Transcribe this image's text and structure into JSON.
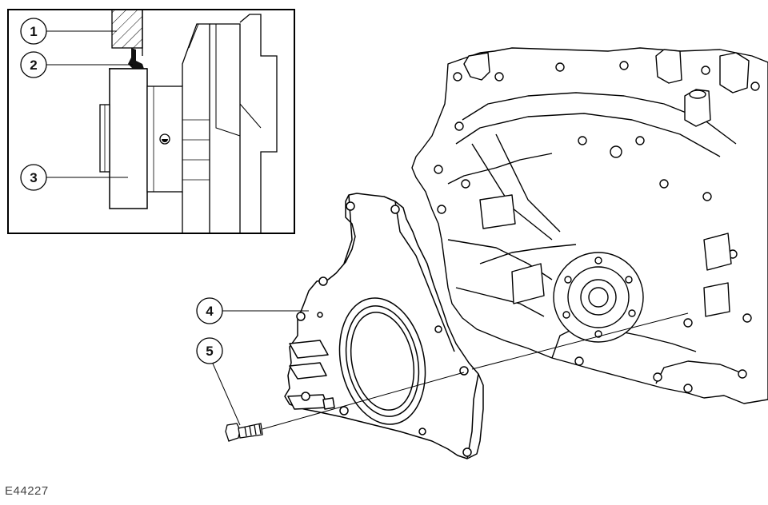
{
  "figure_id": "E44227",
  "callouts": [
    "1",
    "2",
    "3",
    "4",
    "5"
  ]
}
